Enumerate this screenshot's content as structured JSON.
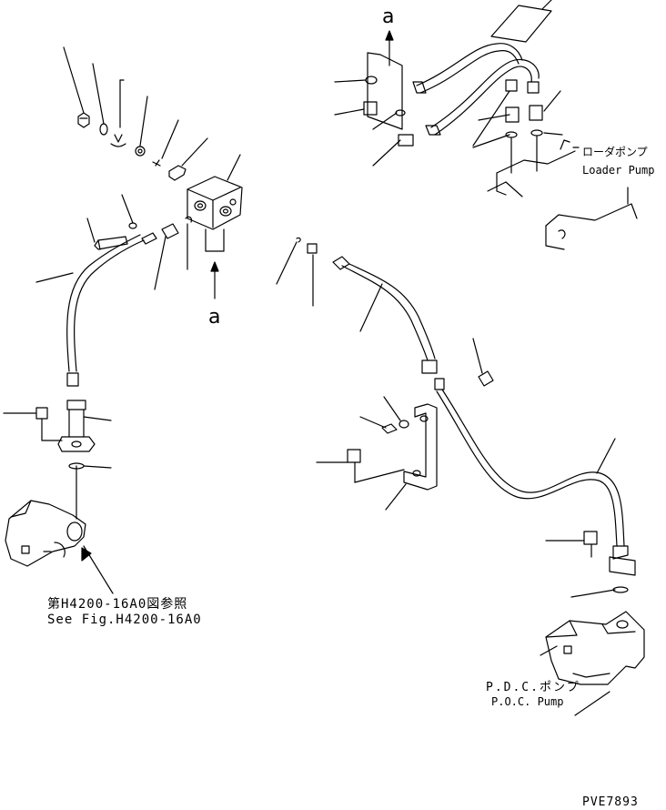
{
  "labels": {
    "view_marker": "a",
    "reference_jp": "第H4200-16A0図参照",
    "reference_en": "See Fig.H4200-16A0",
    "loader_pump_jp": "ローダポンプ",
    "loader_pump_en": "Loader Pump",
    "pdc_pump_jp": "P.D.C.ポンプ",
    "pdc_pump_en": "P.O.C. Pump",
    "drawing_code": "PVE7893"
  },
  "style": {
    "line_color": "#000000",
    "background": "#ffffff"
  }
}
